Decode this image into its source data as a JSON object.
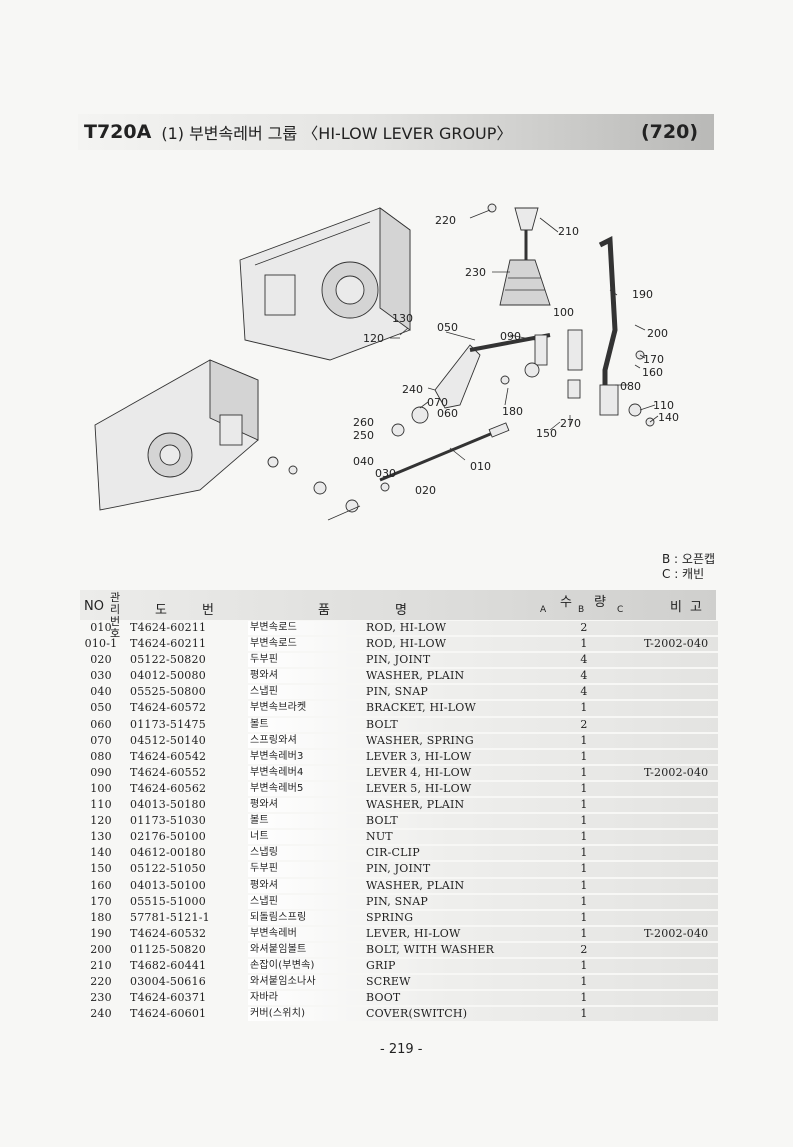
{
  "header": {
    "code": "T720A",
    "title": "(1) 부변속레버 그룹 〈HI-LOW LEVER GROUP〉",
    "page_ref": "(720)"
  },
  "diagram": {
    "callouts": [
      "220",
      "210",
      "230",
      "190",
      "100",
      "130",
      "050",
      "090",
      "200",
      "120",
      "170",
      "160",
      "080",
      "240",
      "070",
      "060",
      "180",
      "110",
      "140",
      "260",
      "250",
      "150",
      "270",
      "040",
      "030",
      "010",
      "020"
    ]
  },
  "legend": {
    "b": "B : 오픈캡",
    "c": "C : 캐빈"
  },
  "table": {
    "headers": {
      "no": "NO",
      "mgmt": "관리번호",
      "part_a": "도",
      "part_b": "번",
      "name_a": "품",
      "name_b": "명",
      "qty_a": "수",
      "qty_b": "량",
      "col_a": "A",
      "col_b": "B",
      "col_c": "C",
      "remark_a": "비",
      "remark_b": "고"
    },
    "rows": [
      {
        "no": "010",
        "part": "T4624-60211",
        "kr": "부변속로드",
        "en": "ROD, HI-LOW",
        "qty": "2",
        "remark": ""
      },
      {
        "no": "010-1",
        "part": "T4624-60211",
        "kr": "부변속로드",
        "en": "ROD, HI-LOW",
        "qty": "1",
        "remark": "T-2002-040"
      },
      {
        "no": "020",
        "part": "05122-50820",
        "kr": "두부핀",
        "en": "PIN, JOINT",
        "qty": "4",
        "remark": ""
      },
      {
        "no": "030",
        "part": "04012-50080",
        "kr": "평와셔",
        "en": "WASHER, PLAIN",
        "qty": "4",
        "remark": ""
      },
      {
        "no": "040",
        "part": "05525-50800",
        "kr": "스냅핀",
        "en": "PIN, SNAP",
        "qty": "4",
        "remark": ""
      },
      {
        "no": "050",
        "part": "T4624-60572",
        "kr": "부변속브라켓",
        "en": "BRACKET, HI-LOW",
        "qty": "1",
        "remark": ""
      },
      {
        "no": "060",
        "part": "01173-51475",
        "kr": "볼트",
        "en": "BOLT",
        "qty": "2",
        "remark": ""
      },
      {
        "no": "070",
        "part": "04512-50140",
        "kr": "스프링와셔",
        "en": "WASHER, SPRING",
        "qty": "1",
        "remark": ""
      },
      {
        "no": "080",
        "part": "T4624-60542",
        "kr": "부변속레버3",
        "en": "LEVER 3, HI-LOW",
        "qty": "1",
        "remark": ""
      },
      {
        "no": "090",
        "part": "T4624-60552",
        "kr": "부변속레버4",
        "en": "LEVER 4, HI-LOW",
        "qty": "1",
        "remark": "T-2002-040"
      },
      {
        "no": "100",
        "part": "T4624-60562",
        "kr": "부변속레버5",
        "en": "LEVER 5, HI-LOW",
        "qty": "1",
        "remark": ""
      },
      {
        "no": "110",
        "part": "04013-50180",
        "kr": "평와셔",
        "en": "WASHER, PLAIN",
        "qty": "1",
        "remark": ""
      },
      {
        "no": "120",
        "part": "01173-51030",
        "kr": "볼트",
        "en": "BOLT",
        "qty": "1",
        "remark": ""
      },
      {
        "no": "130",
        "part": "02176-50100",
        "kr": "너트",
        "en": "NUT",
        "qty": "1",
        "remark": ""
      },
      {
        "no": "140",
        "part": "04612-00180",
        "kr": "스냅링",
        "en": "CIR-CLIP",
        "qty": "1",
        "remark": ""
      },
      {
        "no": "150",
        "part": "05122-51050",
        "kr": "두부핀",
        "en": "PIN, JOINT",
        "qty": "1",
        "remark": ""
      },
      {
        "no": "160",
        "part": "04013-50100",
        "kr": "평와셔",
        "en": "WASHER, PLAIN",
        "qty": "1",
        "remark": ""
      },
      {
        "no": "170",
        "part": "05515-51000",
        "kr": "스냅핀",
        "en": "PIN, SNAP",
        "qty": "1",
        "remark": ""
      },
      {
        "no": "180",
        "part": "57781-5121-1",
        "kr": "되돌림스프링",
        "en": "SPRING",
        "qty": "1",
        "remark": ""
      },
      {
        "no": "190",
        "part": "T4624-60532",
        "kr": "부변속레버",
        "en": "LEVER, HI-LOW",
        "qty": "1",
        "remark": "T-2002-040"
      },
      {
        "no": "200",
        "part": "01125-50820",
        "kr": "와셔붙임볼트",
        "en": "BOLT, WITH WASHER",
        "qty": "2",
        "remark": ""
      },
      {
        "no": "210",
        "part": "T4682-60441",
        "kr": "손잡이(부변속)",
        "en": "GRIP",
        "qty": "1",
        "remark": ""
      },
      {
        "no": "220",
        "part": "03004-50616",
        "kr": "와셔붙임소나사",
        "en": "SCREW",
        "qty": "1",
        "remark": ""
      },
      {
        "no": "230",
        "part": "T4624-60371",
        "kr": "자바라",
        "en": "BOOT",
        "qty": "1",
        "remark": ""
      },
      {
        "no": "240",
        "part": "T4624-60601",
        "kr": "커버(스위치)",
        "en": "COVER(SWITCH)",
        "qty": "1",
        "remark": ""
      }
    ]
  },
  "footer": {
    "page_number": "- 219 -"
  }
}
